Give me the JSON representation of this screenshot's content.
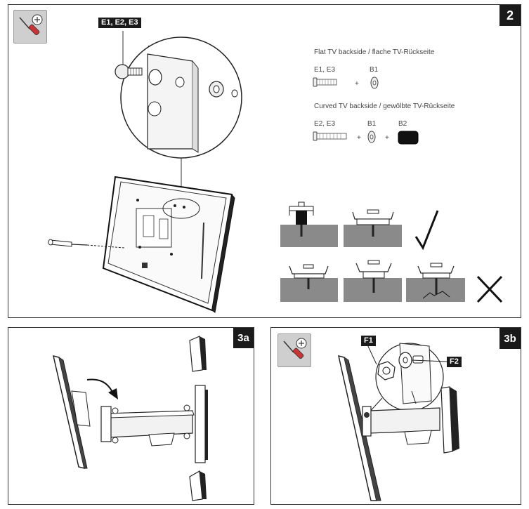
{
  "step2": {
    "number": "2",
    "labels": {
      "screws_e": "E1, E2, E3",
      "b1": "B1",
      "b2": "B2"
    },
    "flat": {
      "title": "Flat TV backside / flache TV-Rückseite",
      "screw_label": "E1, E3",
      "washer_label": "B1",
      "plus": "+"
    },
    "curved": {
      "title": "Curved TV backside / gewölbte TV-Rückseite",
      "screw_label": "E2, E3",
      "washer_label": "B1",
      "spacer_label": "B2",
      "plus1": "+",
      "plus2": "+"
    }
  },
  "step3a": {
    "number": "3a"
  },
  "step3b": {
    "number": "3b",
    "labels": {
      "f1": "F1",
      "f2": "F2"
    }
  }
}
